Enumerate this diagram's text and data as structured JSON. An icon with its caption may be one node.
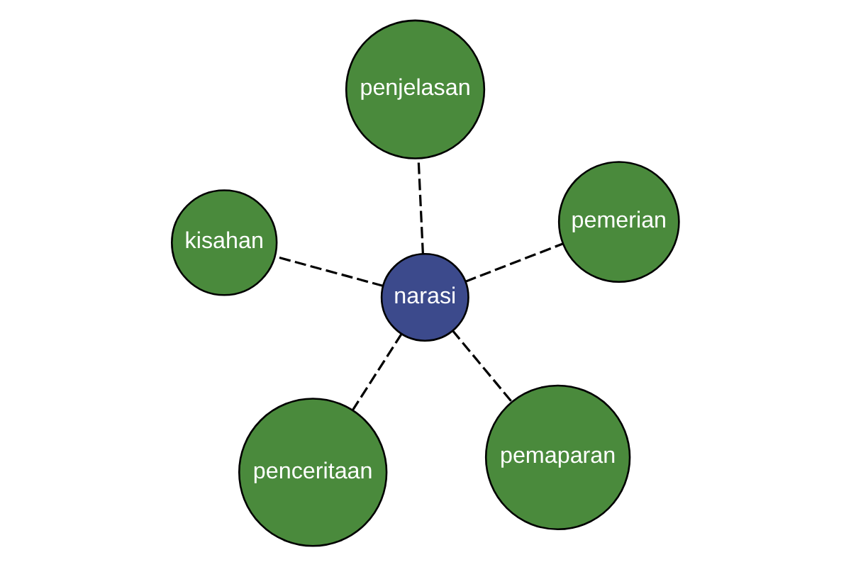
{
  "diagram": {
    "nodes": [
      {
        "text": [
          "narasi"
        ]
      },
      {
        "text": [
          "pemaparan"
        ]
      },
      {
        "text": [
          "penceritaan"
        ]
      },
      {
        "text": [
          "kisahan"
        ]
      },
      {
        "text": [
          "pemerian"
        ]
      },
      {
        "text": [
          "penjelasan"
        ]
      }
    ],
    "edges": [
      {
        "from": 0,
        "to": 1,
        "arrow": "none",
        "style": "dashed"
      },
      {
        "from": 0,
        "to": 2,
        "arrow": "none",
        "style": "dashed"
      },
      {
        "from": 0,
        "to": 3,
        "arrow": "none",
        "style": "dashed"
      },
      {
        "from": 0,
        "to": 4,
        "arrow": "none",
        "style": "dashed"
      },
      {
        "from": 0,
        "to": 5,
        "arrow": "none",
        "style": "dashed"
      }
    ]
  }
}
